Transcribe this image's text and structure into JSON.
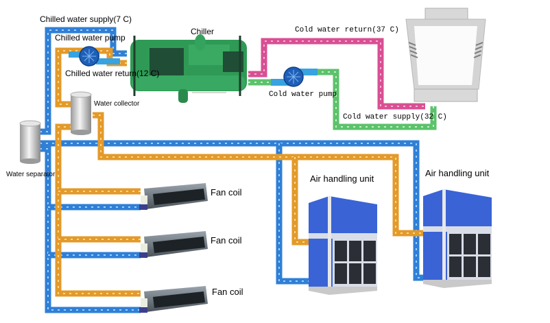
{
  "title": "Central air-conditioning chilled water system",
  "colors": {
    "chilled_supply": "#2f7fd6",
    "chilled_return": "#e39a2a",
    "cold_return": "#d94f93",
    "cold_supply": "#5cc26b",
    "chiller": "#2f9a55",
    "ahu": "#3a63d6"
  },
  "labels": {
    "chilled_water_supply": "Chilled water supply(7 C)",
    "chilled_water_pump": "Chilled water pump",
    "chilled_water_return": "Chilled water return(12 C)",
    "chiller": "Chiller",
    "water_collector": "Water collector",
    "water_separator": "Water separator",
    "cold_water_return": "Cold water return(37 C)",
    "cold_water_pump": "Cold water pump",
    "cold_water_supply": "Cold water supply(32 C)",
    "fan_coil_1": "Fan coil",
    "fan_coil_2": "Fan coil",
    "fan_coil_3": "Fan coil",
    "air_handling_unit_1": "Air handling unit",
    "air_handling_unit_2": "Air handling unit"
  }
}
